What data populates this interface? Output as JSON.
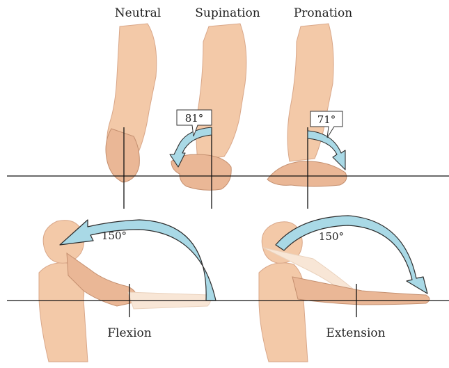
{
  "labels": {
    "neutral": "Neutral",
    "supination": "Supination",
    "pronation": "Pronation",
    "flexion": "Flexion",
    "extension": "Extension"
  },
  "angles": {
    "supination": "81°",
    "pronation": "71°",
    "flexion": "150°",
    "extension": "150°"
  },
  "colors": {
    "skin": "#f3c9a8",
    "skin_shadow": "#e2ad8a",
    "arrow": "#a9d9e6",
    "arrow_outline": "#2c2c2c",
    "line": "#111111"
  }
}
